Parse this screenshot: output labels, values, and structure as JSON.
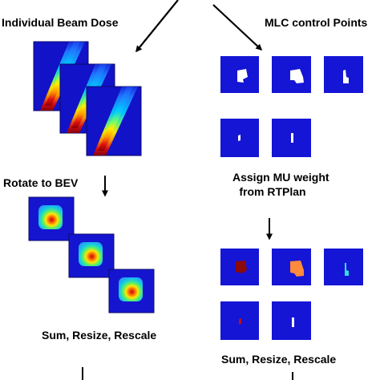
{
  "labels": {
    "beam_dose": "Individual Beam Dose",
    "mlc_points": "MLC control Points",
    "rotate_bev": "Rotate to BEV",
    "assign_mu_line1": "Assign MU weight",
    "assign_mu_line2": "from RTPlan",
    "sum_left": "Sum, Resize, Rescale",
    "sum_right": "Sum, Resize, Rescale"
  },
  "colors": {
    "field_blue": "#1515d6",
    "dose_dark": "#0a0a8a",
    "mlc_open": "#ffffff",
    "weight_dark_red": "#8b0a0a",
    "weight_orange": "#ff8a3c",
    "weight_cyan": "#33e0e0",
    "weight_red": "#c01010",
    "arrow": "#000000"
  },
  "icons": [
    "down-arrow-icon",
    "diagonal-arrow-icon"
  ]
}
